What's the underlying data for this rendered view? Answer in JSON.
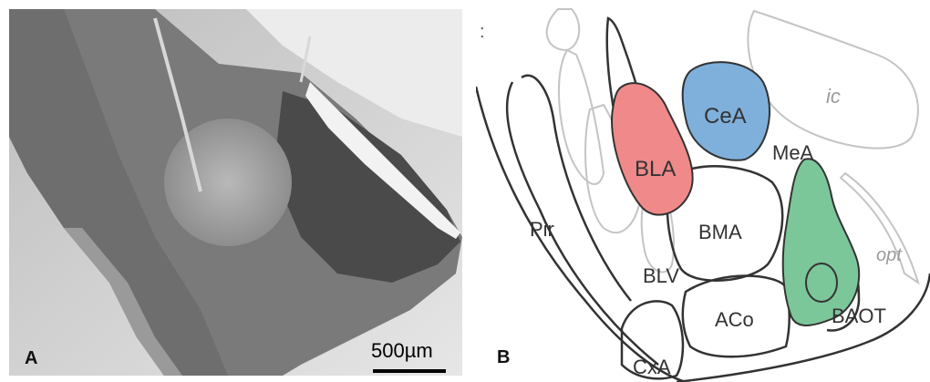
{
  "panel_a": {
    "letter": "A",
    "scale_bar_label": "500µm"
  },
  "panel_b": {
    "letter": "B",
    "colon": ":",
    "regions": {
      "ic": "ic",
      "cea": "CeA",
      "bla": "BLA",
      "mea": "MeA",
      "bma": "BMA",
      "pir": "Pir",
      "blv": "BLV",
      "opt": "opt",
      "aco": "ACo",
      "baot": "BAOT",
      "cxa": "CxA"
    },
    "colors": {
      "bla_fill": "#f08a8a",
      "cea_fill": "#7fb0dc",
      "baot_fill": "#7cc79a",
      "outline_dark": "#333333",
      "outline_light": "#c4c4c4"
    }
  }
}
